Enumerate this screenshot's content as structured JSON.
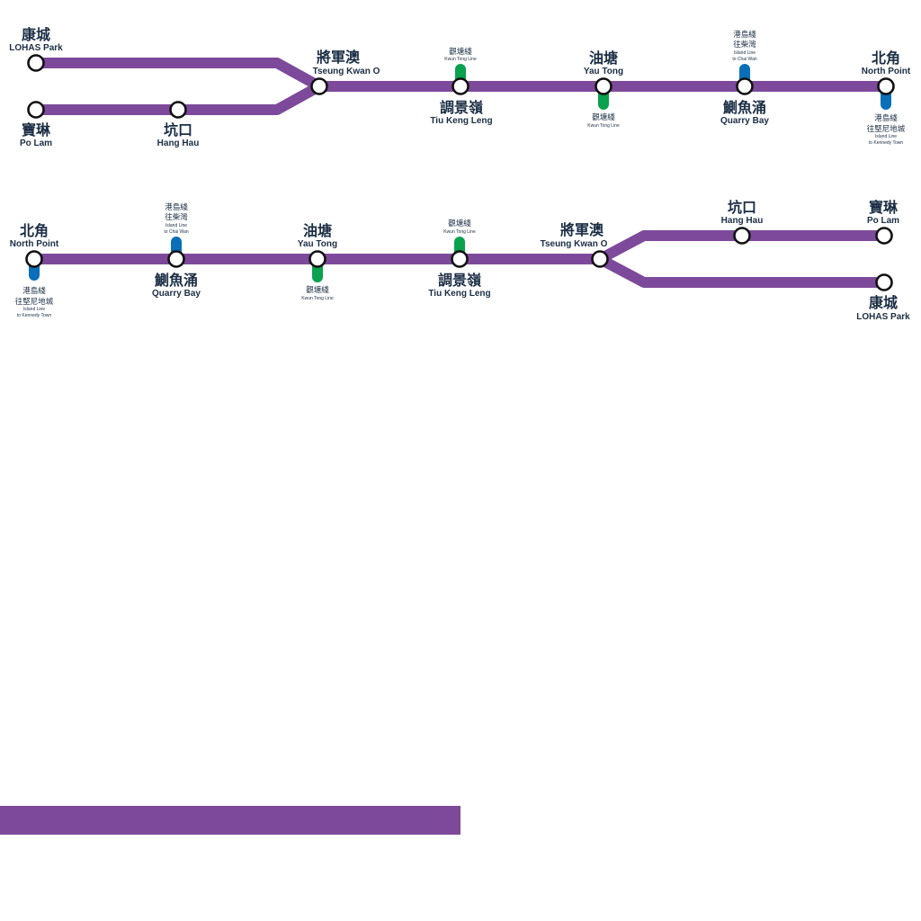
{
  "colors": {
    "tko_line": "#7d4a9b",
    "kwun_tong_line": "#0aa14f",
    "island_line": "#0a6fb8",
    "station_fill": "#ffffff",
    "station_stroke": "#111111",
    "text": "#1b2e45",
    "bottom_bar": "#7d4a9b"
  },
  "stations": {
    "lohas_park": {
      "zh": "康城",
      "en": "LOHAS Park"
    },
    "po_lam": {
      "zh": "寶琳",
      "en": "Po Lam"
    },
    "hang_hau": {
      "zh": "坑口",
      "en": "Hang Hau"
    },
    "tseung_kwan_o": {
      "zh": "將軍澳",
      "en": "Tseung Kwan O"
    },
    "tiu_keng_leng": {
      "zh": "調景嶺",
      "en": "Tiu Keng Leng"
    },
    "yau_tong": {
      "zh": "油塘",
      "en": "Yau Tong"
    },
    "quarry_bay": {
      "zh": "鰂魚涌",
      "en": "Quarry Bay"
    },
    "north_point": {
      "zh": "北角",
      "en": "North Point"
    }
  },
  "interchanges": {
    "kwun_tong": {
      "zh": "觀塘綫",
      "en": "Kwun Tong Line"
    },
    "island_chai_wan": {
      "zh1": "港島綫",
      "zh2": "往柴灣",
      "en1": "Island Line",
      "en2": "to Chai Wan"
    },
    "island_kennedy": {
      "zh1": "港島綫",
      "zh2": "往堅尼地城",
      "en1": "Island Line",
      "en2": "to Kennedy Town"
    }
  }
}
